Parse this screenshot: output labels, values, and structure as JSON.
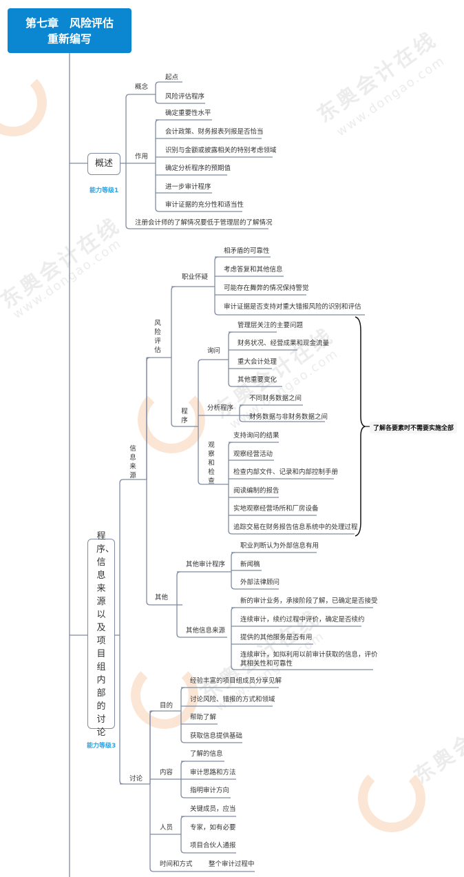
{
  "title": {
    "line1": "第七章　风险评估",
    "line2": "重新编写",
    "color": "#0b86d1"
  },
  "watermark": {
    "brand": "东奥会计在线",
    "url": "www.dongao.com"
  },
  "sections": {
    "overview": {
      "label": "概述",
      "level": "能力等级1",
      "concept": {
        "label": "概念",
        "items": [
          "起点",
          "风险评估程序"
        ]
      },
      "role": {
        "label": "作用",
        "items": [
          "确定重要性水平",
          "会计政策、财务报表列报是否恰当",
          "识别与金额或披露相关的特别考虑领域",
          "确定分析程序的预期值",
          "进一步审计程序",
          "审计证据的充分性和适当性"
        ]
      },
      "note": "注册会计师的了解情况要低于管理层的了解情况"
    },
    "procedures": {
      "label": "程序、信息来源以及项目组内部的讨论",
      "level": "能力等级3",
      "info_sources": {
        "label": "信息来源",
        "risk_assessment": {
          "label": "风险评估",
          "skepticism": {
            "label": "职业怀疑",
            "items": [
              "相矛盾的可靠性",
              "考虑答复和其他信息",
              "可能存在舞弊的情况保持警觉",
              "审计证据是否支持对重大错报风险的识别和评估"
            ]
          },
          "procedure": {
            "label": "程序",
            "inquiry": {
              "label": "询问",
              "items": [
                "管理层关注的主要问题",
                "财务状况、经营成果和现金流量",
                "重大会计处理",
                "其他重要变化"
              ]
            },
            "analytical": {
              "label": "分析程序",
              "items": [
                "不同财务数据之间",
                "财务数据与非财务数据之间"
              ]
            },
            "observation": {
              "label": "观察和检查",
              "items": [
                "支持询问的结果",
                "观察经营活动",
                "检查内部文件、记录和内部控制手册",
                "阅读编制的报告",
                "实地观察经营场所和厂房设备",
                "追踪交易在财务报告信息系统中的处理过程"
              ]
            }
          },
          "callout": "了解各要素时不需要实施全部"
        },
        "other": {
          "label": "其他",
          "other_audit": {
            "label": "其他审计程序",
            "items": [
              "职业判断认为外部信息有用",
              "新闻稿",
              "外部法律顾问"
            ]
          },
          "other_info": {
            "label": "其他信息来源",
            "items": [
              "新的审计业务，承接阶段了解，已确定是否接受",
              "连续审计，续约过程中评价，确定是否续约",
              "提供的其他服务是否有用",
              "连续审计，如拟利用以前审计获取的信息，评价",
              "其相关性和可靠性"
            ]
          }
        }
      },
      "discussion": {
        "label": "讨论",
        "purpose": {
          "label": "目的",
          "items": [
            "经验丰富的项目组成员分享见解",
            "讨论风险、错报的方式和领域",
            "帮助了解",
            "获取信息提供基础"
          ]
        },
        "content": {
          "label": "内容",
          "items": [
            "了解的信息",
            "审计思路和方法",
            "指明审计方向"
          ]
        },
        "people": {
          "label": "人员",
          "items": [
            "关键成员，应当",
            "专家，如有必要",
            "项目合伙人通报"
          ]
        },
        "timing": {
          "label": "时间和方式",
          "value": "整个审计过程中"
        }
      }
    }
  }
}
